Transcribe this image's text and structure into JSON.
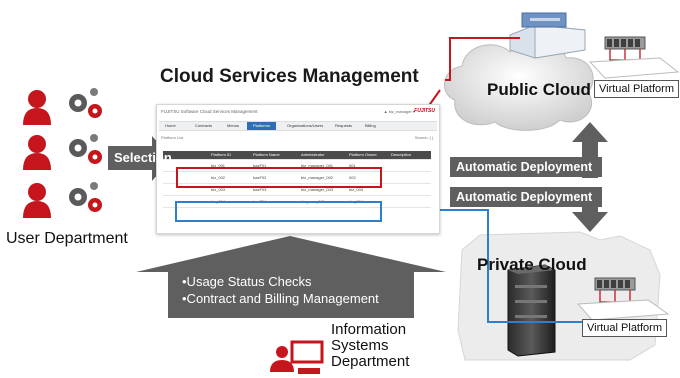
{
  "title": "Cloud Services Management",
  "selection_label": "Selection",
  "user_department_label": "User Department",
  "public_cloud_label": "Public Cloud",
  "private_cloud_label": "Private Cloud",
  "virtual_platform_label": "Virtual Platform",
  "automatic_deployment_label": "Automatic Deployment",
  "usage_bullets": [
    "•Usage Status Checks",
    "•Contract and Billing Management"
  ],
  "information_systems_label": [
    "Information",
    "Systems",
    "Department"
  ],
  "screenshot": {
    "app_title": "FUJITSU Software Cloud Services Management",
    "user": "▲ biz_manager ▾",
    "logo": "FUJITSU",
    "nav": [
      "Home",
      "Contracts",
      "Menus",
      "Platforms",
      "Organizations/Users",
      "Requests",
      "Billing"
    ],
    "sub_left": "Platform List",
    "sub_right": "Search: [ ]",
    "columns": [
      "Platform ID",
      "Platform Name",
      "Administrator",
      "Platform Owner",
      "Description"
    ],
    "rows": [
      [
        "biz_001",
        "bazF01",
        "biz_manager_001",
        "001",
        ""
      ],
      [
        "biz_002",
        "bazF02",
        "biz_manager_002",
        "002",
        ""
      ],
      [
        "biz_003",
        "bazF03",
        "biz_manager_003",
        "biz_003",
        ""
      ],
      [
        "biz_004",
        "bazF04",
        "biz_user_001",
        "biz_004",
        ""
      ]
    ]
  },
  "colors": {
    "red_path": "#c4161c",
    "blue_path": "#2f7fd0",
    "user_icon": "#c4161c",
    "gear": "#5a5a5a",
    "arrow_gray": "#5f5f5f",
    "cloud_fill": "#f0f0f0"
  },
  "icons": [
    "user-icon",
    "gear-icon",
    "cloud-icon",
    "server-rack-icon",
    "datacenter-icon",
    "computer-user-icon"
  ]
}
